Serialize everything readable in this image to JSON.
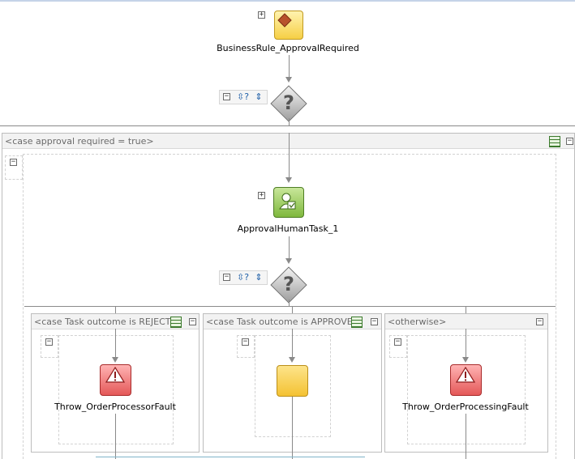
{
  "top_activity": {
    "name": "BusinessRule_ApprovalRequired",
    "expand_symbol": "+"
  },
  "gateway_1": {
    "symbol": "?",
    "collapse_symbol": "−",
    "tool_a": "⇳?",
    "tool_b": "⇕"
  },
  "outer_case": {
    "label": "<case approval required = true>",
    "collapse_symbol": "−"
  },
  "human_task": {
    "name": "ApprovalHumanTask_1",
    "expand_symbol": "+"
  },
  "gateway_2": {
    "symbol": "?",
    "collapse_symbol": "−",
    "tool_a": "⇳?",
    "tool_b": "⇕"
  },
  "cases": [
    {
      "label": "<case Task outcome is REJECT>",
      "activity": "Throw_OrderProcessorFault",
      "collapse_symbol": "−"
    },
    {
      "label": "<case Task outcome is APPROVE>",
      "activity": "",
      "collapse_symbol": "−"
    },
    {
      "label": "<otherwise>",
      "activity": "Throw_OrderProcessingFault",
      "collapse_symbol": "−"
    }
  ],
  "colors": {
    "rule_activity": "#f6cf45",
    "human_task": "#7fb83d",
    "throw_activity": "#e45858",
    "connector": "#8a8a8a",
    "case_label": "#6a6a6a"
  }
}
